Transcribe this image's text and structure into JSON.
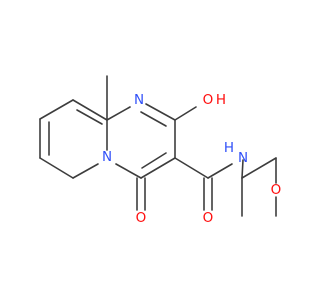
{
  "atom_labels": {
    "n_ring_top": "N",
    "n_bridge": "N",
    "o_hydroxy": "O",
    "h_hydroxy": "H",
    "o_keto": "O",
    "o_amide": "O",
    "n_amide": "N",
    "h_amide": "H",
    "o_ether": "O"
  },
  "colors": {
    "bond": "#3d3d3d",
    "nitrogen": "#3050f8",
    "oxygen": "#ff0d0d",
    "hydrogen_on_oxygen": "#ff0d0d",
    "hydrogen_on_nitrogen": "#3050f8"
  }
}
